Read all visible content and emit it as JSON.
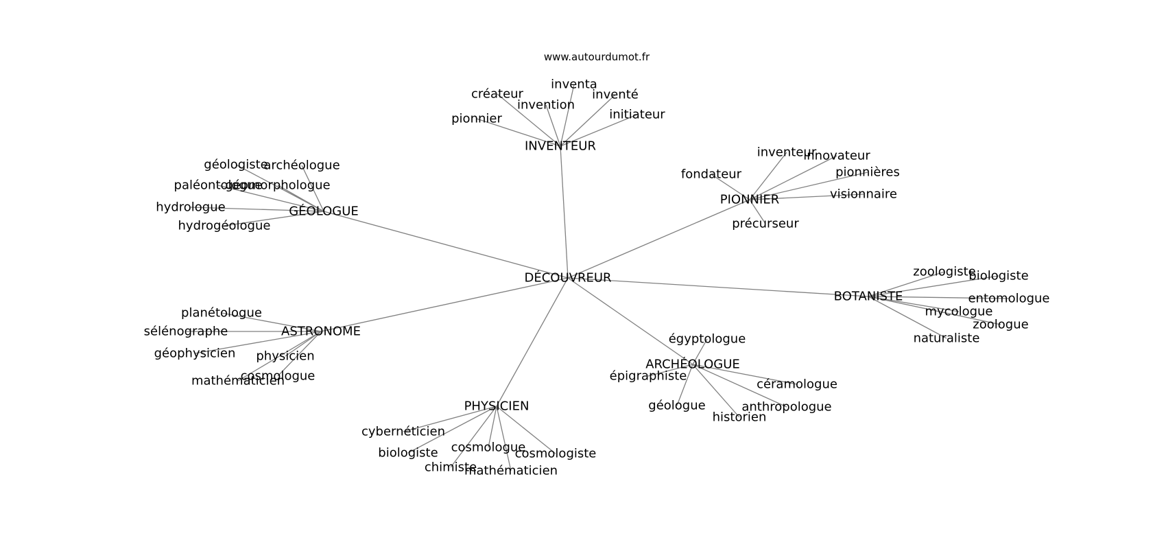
{
  "site": "www.autourdumot.fr",
  "graph": {
    "center": "DÉCOUVREUR",
    "branches": [
      {
        "name": "INVENTEUR",
        "leaves": [
          "pionnier",
          "créateur",
          "invention",
          "inventa",
          "inventé",
          "initiateur"
        ]
      },
      {
        "name": "GÉOLOGUE",
        "leaves": [
          "géologiste",
          "archéologue",
          "paléontologue",
          "géomorphologue",
          "hydrologue",
          "hydrogéologue"
        ]
      },
      {
        "name": "PIONNIER",
        "leaves": [
          "fondateur",
          "inventeur",
          "innovateur",
          "pionnières",
          "visionnaire",
          "précurseur"
        ]
      },
      {
        "name": "BOTANISTE",
        "leaves": [
          "zoologiste",
          "biologiste",
          "entomologue",
          "mycologue",
          "zoologue",
          "naturaliste"
        ]
      },
      {
        "name": "ASTRONOME",
        "leaves": [
          "planétologue",
          "sélénographe",
          "géophysicien",
          "physicien",
          "cosmologue",
          "mathématicien"
        ]
      },
      {
        "name": "ARCHÉOLOGUE",
        "leaves": [
          "égyptologue",
          "épigraphiste",
          "céramologue",
          "géologue",
          "anthropologue",
          "historien"
        ]
      },
      {
        "name": "PHYSICIEN",
        "leaves": [
          "cybernéticien",
          "biologiste",
          "cosmologue",
          "cosmologiste",
          "chimiste",
          "mathématicien"
        ]
      }
    ]
  }
}
